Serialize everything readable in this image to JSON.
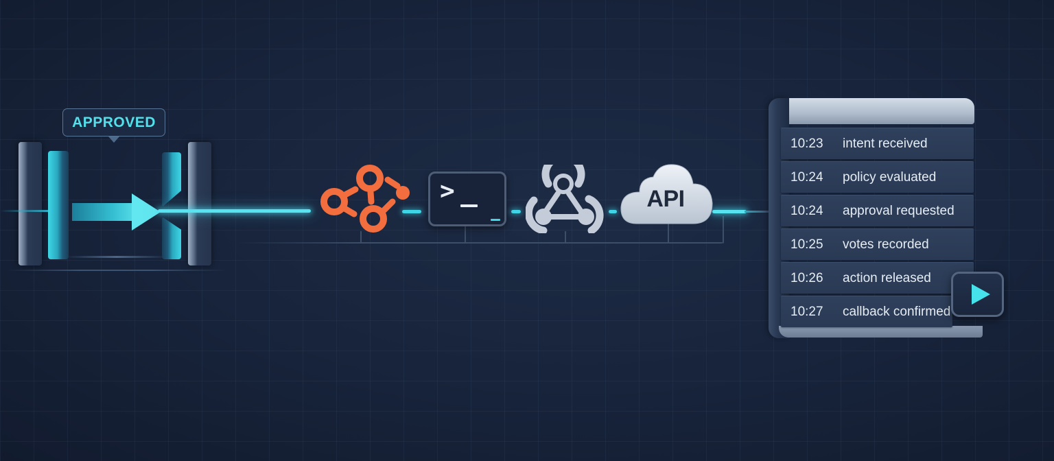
{
  "gate": {
    "badge_label": "APPROVED",
    "accent_color": "#54e0ea"
  },
  "pipeline": {
    "steps": [
      {
        "name": "graph-nodes",
        "icon": "graph-nodes-icon",
        "color": "#f26e3f"
      },
      {
        "name": "terminal",
        "icon": "terminal-icon",
        "prompt": ">",
        "color": "#e9eef5"
      },
      {
        "name": "webhook",
        "icon": "webhook-icon",
        "color": "#c8d0dc"
      },
      {
        "name": "api-cloud",
        "icon": "cloud-icon",
        "label": "API",
        "color": "#dfe5ee"
      }
    ]
  },
  "log": {
    "entries": [
      {
        "time": "10:23",
        "event": "intent received"
      },
      {
        "time": "10:24",
        "event": "policy evaluated"
      },
      {
        "time": "10:24",
        "event": "approval requested"
      },
      {
        "time": "10:25",
        "event": "votes recorded"
      },
      {
        "time": "10:26",
        "event": "action released"
      },
      {
        "time": "10:27",
        "event": "callback confirmed"
      }
    ],
    "play_button_icon": "play-icon"
  },
  "colors": {
    "background": "#17233a",
    "beam": "#57e3ef",
    "orange": "#f26e3f"
  }
}
